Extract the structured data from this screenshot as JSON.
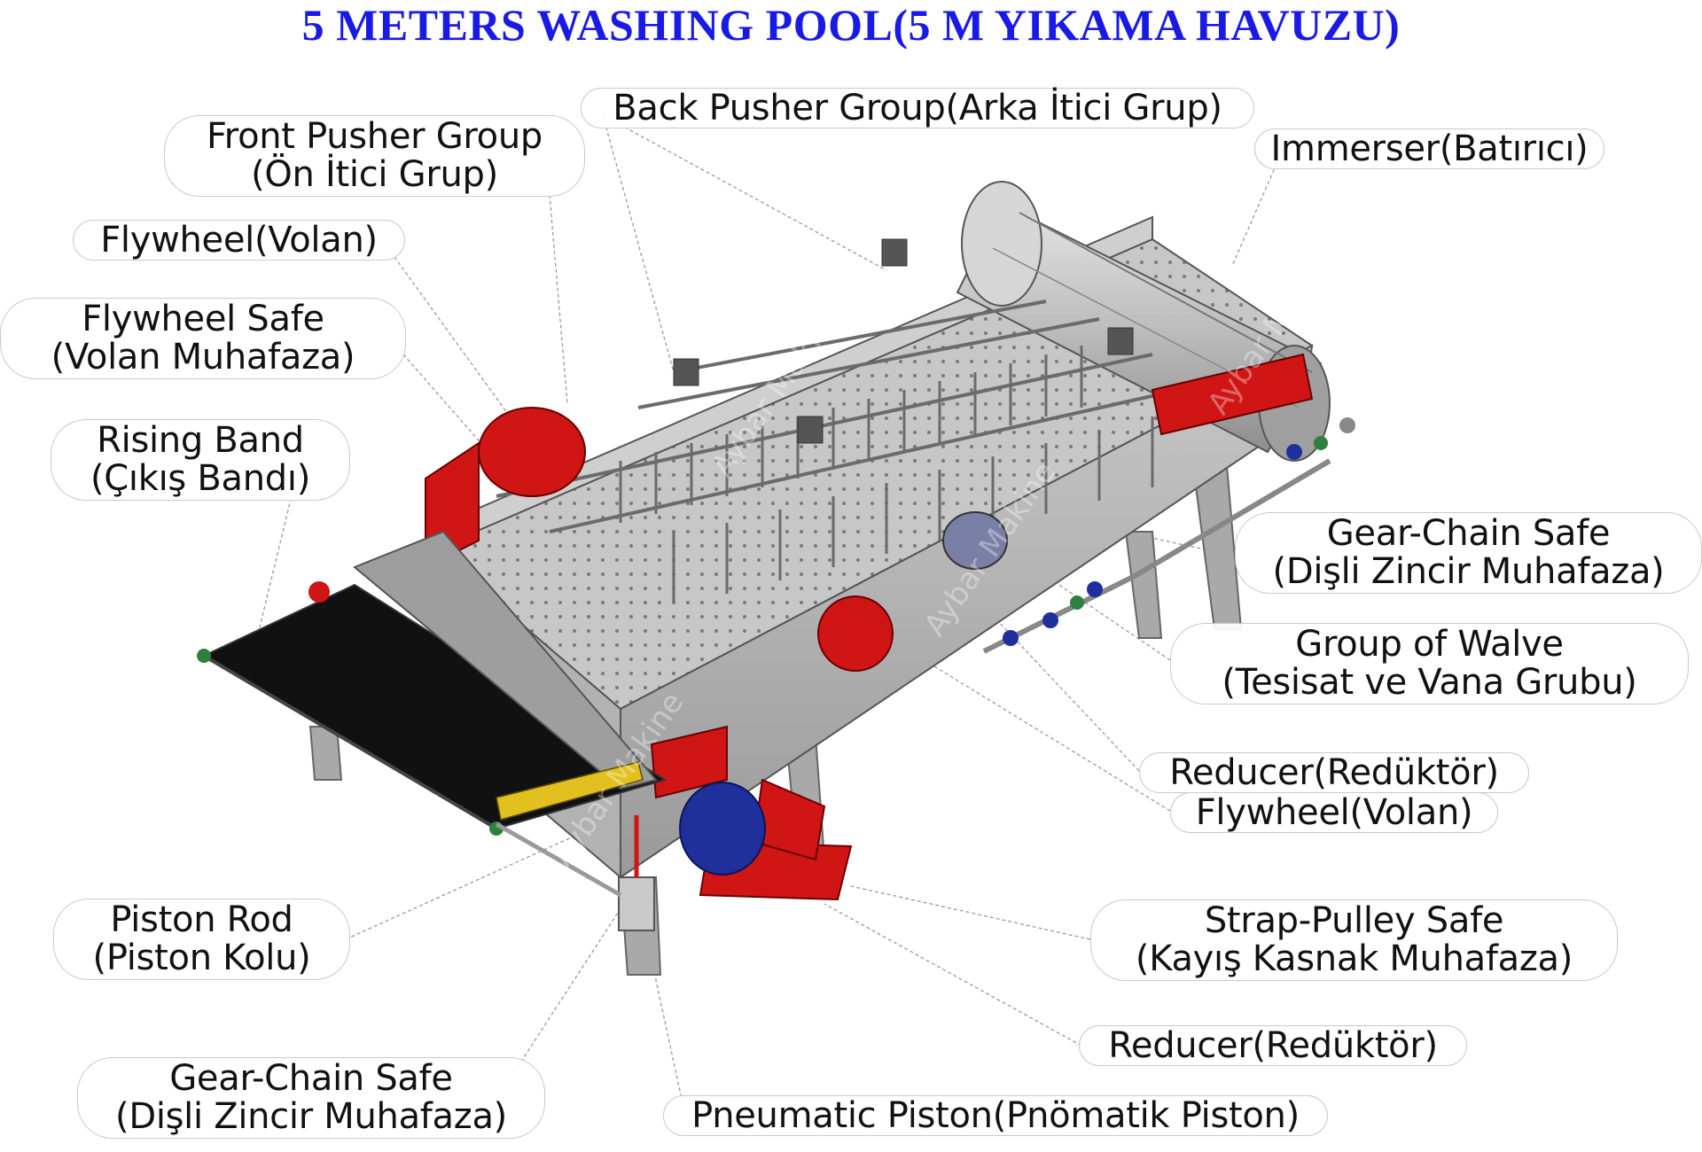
{
  "title": "5 METERS WASHING POOL(5 M YIKAMA HAVUZU)",
  "watermark": "Aybar Makine",
  "colors": {
    "title": "#1a1ae6",
    "frame_steel": "#b7b7b7",
    "guards_red": "#d01515",
    "motor_blue": "#1f2f9c",
    "valve_green": "#2f7f3f",
    "belt_black": "#111111"
  },
  "callouts": {
    "front_pusher": {
      "line1": "Front Pusher Group",
      "line2": "(Ön İtici Grup)"
    },
    "back_pusher": {
      "line1": "Back Pusher Group(Arka İtici Grup)"
    },
    "immerser": {
      "line1": "Immerser(Batırıcı)"
    },
    "flywheel_top": {
      "line1": "Flywheel(Volan)"
    },
    "flywheel_safe": {
      "line1": "Flywheel Safe",
      "line2": "(Volan Muhafaza)"
    },
    "rising_band": {
      "line1": "Rising Band",
      "line2": "(Çıkış Bandı)"
    },
    "gear_chain_safe_right": {
      "line1": "Gear-Chain Safe",
      "line2": "(Dişli Zincir Muhafaza)"
    },
    "group_of_walve": {
      "line1": "Group of Walve",
      "line2": "(Tesisat ve Vana Grubu)"
    },
    "reducer_right": {
      "line1": "Reducer(Redüktör)"
    },
    "flywheel_right": {
      "line1": "Flywheel(Volan)"
    },
    "piston_rod": {
      "line1": "Piston Rod",
      "line2": "(Piston Kolu)"
    },
    "strap_pulley_safe": {
      "line1": "Strap-Pulley Safe",
      "line2": "(Kayış Kasnak Muhafaza)"
    },
    "reducer_bottom": {
      "line1": "Reducer(Redüktör)"
    },
    "gear_chain_safe_left": {
      "line1": "Gear-Chain Safe",
      "line2": "(Dişli Zincir Muhafaza)"
    },
    "pneumatic_piston": {
      "line1": "Pneumatic Piston(Pnömatik Piston)"
    }
  }
}
